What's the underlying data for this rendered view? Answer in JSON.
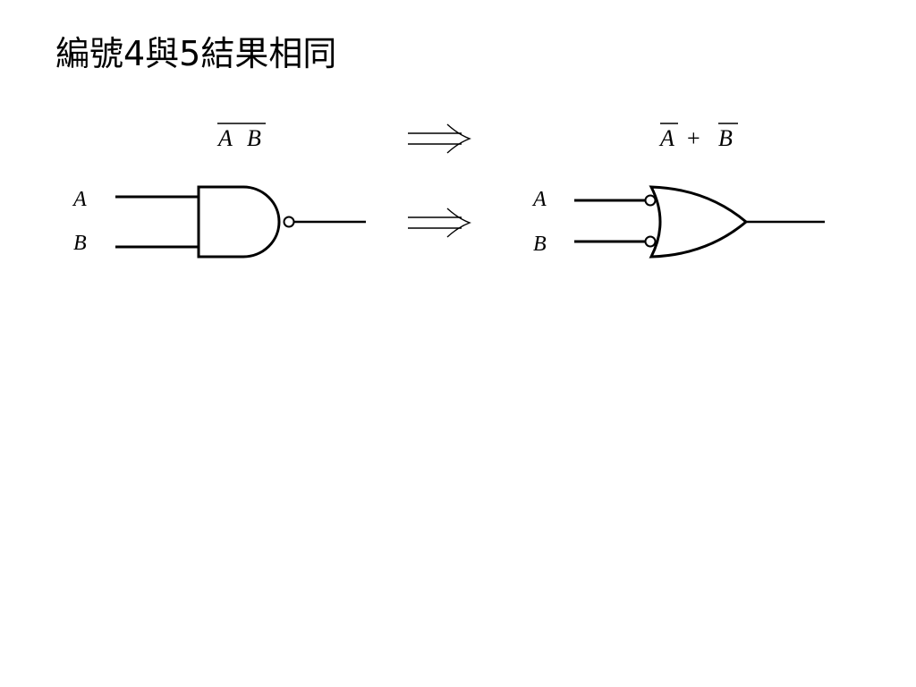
{
  "title": "編號4與5結果相同",
  "expressions": {
    "left": {
      "var_a": "A",
      "var_b": "B"
    },
    "right": {
      "var_a": "A",
      "operator": "+",
      "var_b": "B"
    }
  },
  "arrows": {
    "implies": "⟹"
  },
  "gates": {
    "nand": {
      "input_a": "A",
      "input_b": "B"
    },
    "or_inverted": {
      "input_a": "A",
      "input_b": "B"
    }
  }
}
